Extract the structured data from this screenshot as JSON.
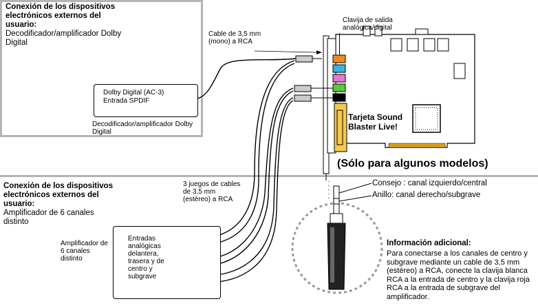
{
  "top_section": {
    "title": "Conexión de los dispositivos electrónicos externos del usuario:",
    "subtitle": "Decodificador/amplificador Dolby Digital",
    "device_inputs": [
      "Dolby Digital (AC-3)",
      "Entrada SPDIF"
    ],
    "device_caption": "Decodificador/amplificador Dolby Digital",
    "cable_label": "Cable de 3,5 mm (mono) a RCA",
    "jack_label": "Clavija de salida analógica/digital"
  },
  "card": {
    "name": "Tarjeta Sound Blaster Live!",
    "models_note": "(Sólo para algunos modelos)",
    "jack_colors": [
      "#f08c1e",
      "#38b4dc",
      "#e678d2",
      "#5ac83c",
      "#000000"
    ]
  },
  "bottom_section": {
    "title": "Conexión de los dispositivos electrónicos externos del usuario:",
    "subtitle": "Amplificador de 6 canales distinto",
    "cable_label": "3 juegos de cables de 3,5 mm (estéreo) a RCA",
    "amp_caption": "Amplificador de 6 canales distinto",
    "amp_inputs_label": "Entradas analógicas delantera, trasera y de centro y subgrave",
    "plug_tip": "Consejo : canal izquierdo/central",
    "plug_ring": "Anillo: canal derecho/subgrave",
    "info_title": "Información adicional:",
    "info_body": "Para conectarse a los canales de centro y subgrave mediante un cable de 3,5 mm (estéreo) a RCA, conecte la clavija blanca RCA a la entrada de centro y la clavija roja RCA a la entrada de subgrave del amplificador."
  }
}
